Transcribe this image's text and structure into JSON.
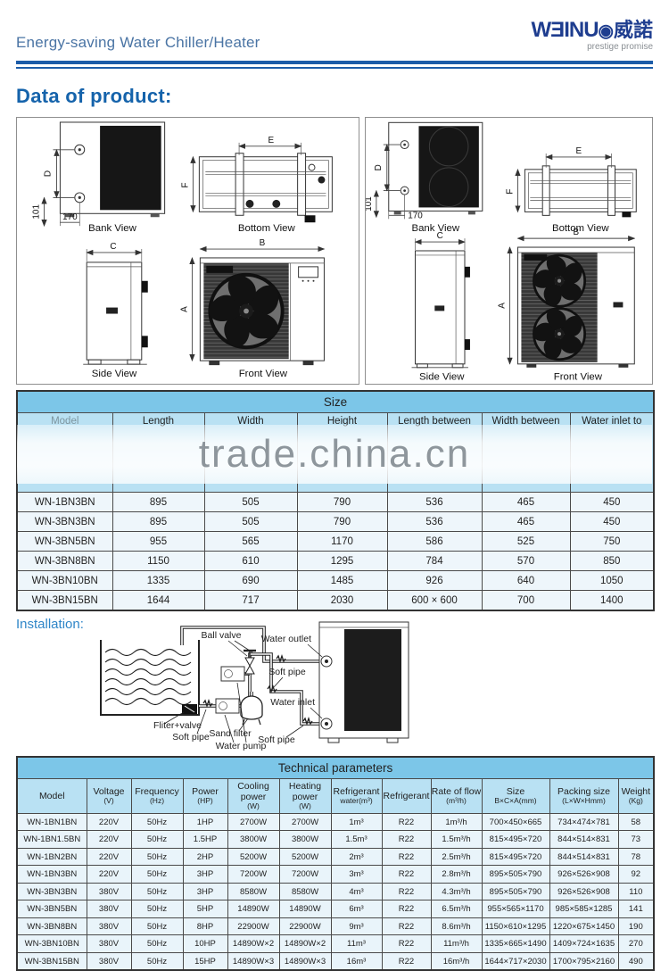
{
  "header": {
    "title": "Energy-saving Water Chiller/Heater",
    "logo": {
      "latin": "WƎINU",
      "symbol": "◉",
      "cjk": "威諾",
      "tagline": "prestige promise"
    }
  },
  "sections": {
    "data_of_product": "Data of product:",
    "installation": "Installation:"
  },
  "watermark": "trade.china.cn",
  "drawings": {
    "views": [
      "Bank View",
      "Bottom View",
      "Side View",
      "Front View"
    ],
    "dims": {
      "D": "D",
      "E": "E",
      "F": "F",
      "A": "A",
      "B": "B",
      "C": "C",
      "n170": "170",
      "n101": "101"
    }
  },
  "size_table": {
    "caption": "Size",
    "columns": [
      "Model",
      "Length",
      "Width",
      "Height",
      "Length between",
      "Width between",
      "Water inlet to"
    ],
    "rows": [
      [
        "WN-1BN3BN",
        "895",
        "505",
        "790",
        "536",
        "465",
        "450"
      ],
      [
        "WN-3BN3BN",
        "895",
        "505",
        "790",
        "536",
        "465",
        "450"
      ],
      [
        "WN-3BN5BN",
        "955",
        "565",
        "1170",
        "586",
        "525",
        "750"
      ],
      [
        "WN-3BN8BN",
        "1150",
        "610",
        "1295",
        "784",
        "570",
        "850"
      ],
      [
        "WN-3BN10BN",
        "1335",
        "690",
        "1485",
        "926",
        "640",
        "1050"
      ],
      [
        "WN-3BN15BN",
        "1644",
        "717",
        "2030",
        "600 × 600",
        "700",
        "1400"
      ]
    ]
  },
  "installation": {
    "labels": {
      "ball_valve": "Ball valve",
      "water_outlet": "Water outlet",
      "water_inlet": "Water inlet",
      "soft_pipe": "Soft pipe",
      "filter_valve": "Fliter+valve",
      "sand_filter": "Sand filter",
      "water_pump": "Water pump"
    }
  },
  "tech_table": {
    "caption": "Technical parameters",
    "columns": [
      {
        "l1": "Model",
        "l2": ""
      },
      {
        "l1": "Voltage",
        "l2": "(V)"
      },
      {
        "l1": "Frequency",
        "l2": "(Hz)"
      },
      {
        "l1": "Power",
        "l2": "(HP)"
      },
      {
        "l1": "Cooling power",
        "l2": "(W)"
      },
      {
        "l1": "Heating power",
        "l2": "(W)"
      },
      {
        "l1": "Refrigerant",
        "l2": "water(m³)"
      },
      {
        "l1": "Refrigerant",
        "l2": ""
      },
      {
        "l1": "Rate of flow",
        "l2": "(m³/h)"
      },
      {
        "l1": "Size",
        "l2": "B×C×A(mm)"
      },
      {
        "l1": "Packing size",
        "l2": "(L×W×Hmm)"
      },
      {
        "l1": "Weight",
        "l2": "(Kg)"
      }
    ],
    "rows": [
      [
        "WN-1BN1BN",
        "220V",
        "50Hz",
        "1HP",
        "2700W",
        "2700W",
        "1m³",
        "R22",
        "1m³/h",
        "700×450×665",
        "734×474×781",
        "58"
      ],
      [
        "WN-1BN1.5BN",
        "220V",
        "50Hz",
        "1.5HP",
        "3800W",
        "3800W",
        "1.5m³",
        "R22",
        "1.5m³/h",
        "815×495×720",
        "844×514×831",
        "73"
      ],
      [
        "WN-1BN2BN",
        "220V",
        "50Hz",
        "2HP",
        "5200W",
        "5200W",
        "2m³",
        "R22",
        "2.5m³/h",
        "815×495×720",
        "844×514×831",
        "78"
      ],
      [
        "WN-1BN3BN",
        "220V",
        "50Hz",
        "3HP",
        "7200W",
        "7200W",
        "3m³",
        "R22",
        "2.8m³/h",
        "895×505×790",
        "926×526×908",
        "92"
      ],
      [
        "WN-3BN3BN",
        "380V",
        "50Hz",
        "3HP",
        "8580W",
        "8580W",
        "4m³",
        "R22",
        "4.3m³/h",
        "895×505×790",
        "926×526×908",
        "110"
      ],
      [
        "WN-3BN5BN",
        "380V",
        "50Hz",
        "5HP",
        "14890W",
        "14890W",
        "6m³",
        "R22",
        "6.5m³/h",
        "955×565×1170",
        "985×585×1285",
        "141"
      ],
      [
        "WN-3BN8BN",
        "380V",
        "50Hz",
        "8HP",
        "22900W",
        "22900W",
        "9m³",
        "R22",
        "8.6m³/h",
        "1150×610×1295",
        "1220×675×1450",
        "190"
      ],
      [
        "WN-3BN10BN",
        "380V",
        "50Hz",
        "10HP",
        "14890W×2",
        "14890W×2",
        "11m³",
        "R22",
        "11m³/h",
        "1335×665×1490",
        "1409×724×1635",
        "270"
      ],
      [
        "WN-3BN15BN",
        "380V",
        "50Hz",
        "15HP",
        "14890W×3",
        "14890W×3",
        "16m³",
        "R22",
        "16m³/h",
        "1644×717×2030",
        "1700×795×2160",
        "490"
      ]
    ]
  },
  "colors": {
    "accent_blue": "#1c5ca8",
    "table_header": "#7cc6e8",
    "table_subheader": "#b9e1f3",
    "logo_navy": "#1e3d8f"
  }
}
